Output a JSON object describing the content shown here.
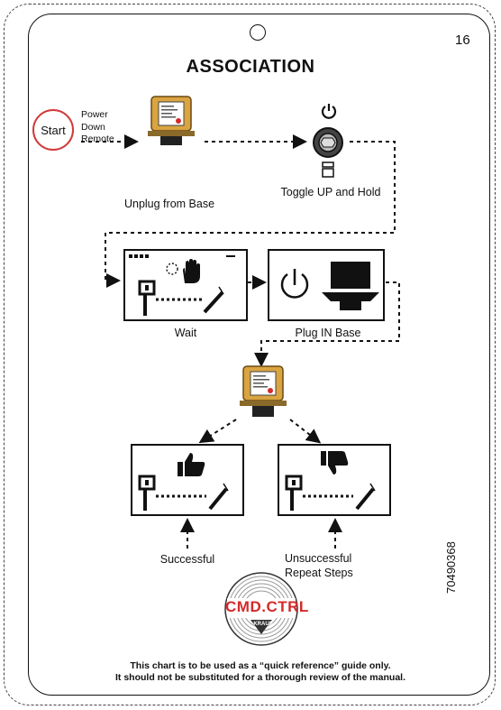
{
  "page_number": "16",
  "title": "ASSOCIATION",
  "start": {
    "button_label": "Start",
    "instruction_line1": "Power",
    "instruction_line2": "Down",
    "instruction_line3": "Remote"
  },
  "steps": {
    "unplug_label": "Unplug from Base",
    "toggle_label": "Toggle UP and Hold",
    "wait_label": "Wait",
    "plug_label": "Plug IN Base",
    "successful_label": "Successful",
    "unsuccessful_line1": "Unsuccessful",
    "unsuccessful_line2": "Repeat Steps"
  },
  "logo": {
    "brand_text": "CMD.CTRL",
    "badge_text": "KRAUS"
  },
  "doc_number": "70490368",
  "footer": {
    "line1": "This chart is to be used as a “quick reference” guide only.",
    "line2": "It should not be substituted for a thorough review of the manual."
  },
  "colors": {
    "start_ring": "#d23a3a",
    "logo_red": "#d42a2a",
    "device_gold": "#d9a441",
    "ink": "#111111"
  },
  "icons": [
    "power-icon",
    "toggle-switch-icon",
    "toggle-up-icon",
    "hand-stop-icon",
    "thumbs-up-icon",
    "thumbs-down-icon",
    "remote-device-icon"
  ]
}
